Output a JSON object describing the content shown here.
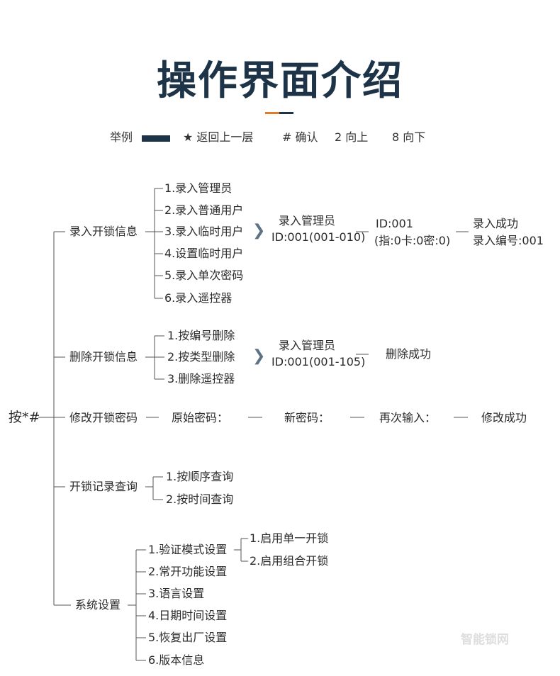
{
  "title": "操作界面介绍",
  "legend": {
    "example": "举例",
    "back": "★ 返回上一层",
    "confirm": "# 确认",
    "up": "2 向上",
    "down": "8 向下"
  },
  "root": "按*#",
  "branches": {
    "enroll": {
      "label": "录入开锁信息",
      "items": [
        "1.录入管理员",
        "2.录入普通用户",
        "3.录入临时用户",
        "4.设置临时用户",
        "5.录入单次密码",
        "6.录入遥控器"
      ],
      "step1": [
        "录入管理员",
        "ID:001(001-010)"
      ],
      "step2": [
        "ID:001",
        "(指:0卡:0密:0)"
      ],
      "step3": [
        "录入成功",
        "录入编号:001"
      ]
    },
    "delete": {
      "label": "删除开锁信息",
      "items": [
        "1.按编号删除",
        "2.按类型删除",
        "3.删除遥控器"
      ],
      "step1": [
        "录入管理员",
        "ID:001(001-105)"
      ],
      "step2": "删除成功"
    },
    "password": {
      "label": "修改开锁密码",
      "steps": [
        "原始密码：",
        "新密码：",
        "再次输入：",
        "修改成功"
      ]
    },
    "records": {
      "label": "开锁记录查询",
      "items": [
        "1.按顺序查询",
        "2.按时间查询"
      ]
    },
    "system": {
      "label": "系统设置",
      "items": [
        "1.验证模式设置",
        "2.常开功能设置",
        "3.语言设置",
        "4.日期时间设置",
        "5.恢复出厂设置",
        "6.版本信息"
      ],
      "sub_items": [
        "1.启用单一开锁",
        "2.启用组合开锁"
      ]
    }
  },
  "watermark": "智能锁网",
  "colors": {
    "title": "#1d3448",
    "accent": "#e07b2a",
    "line": "#555555"
  }
}
